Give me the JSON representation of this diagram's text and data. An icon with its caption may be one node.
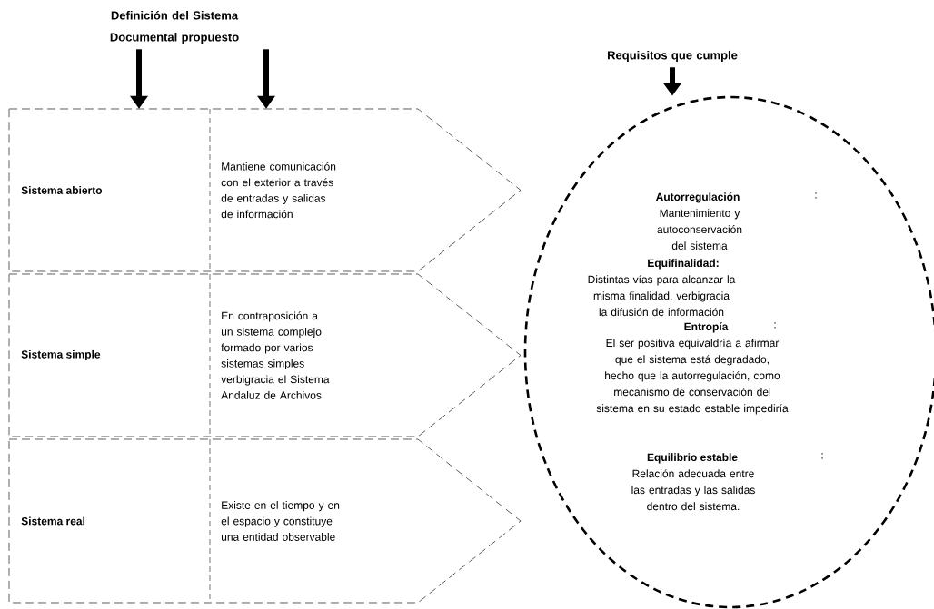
{
  "diagram": {
    "nodes": [
      {
        "text": [
          "Definición del Sistema Documental propuesto"
        ]
      },
      {
        "text": [
          "Requisitos que cumple"
        ]
      },
      {
        "text": [
          "Sistema abierto",
          "Mantiene comunicación con el exterior a través de entradas y salidas de información"
        ]
      },
      {
        "text": [
          "Sistema simple",
          "En contraposición a un sistema complejo formado por varios sistemas simples verbigracia el Sistema Andaluz de Archivos"
        ]
      },
      {
        "text": [
          "Sistema real",
          "Existe en el tiempo y en el espacio y constituye una entidad observable"
        ]
      },
      {
        "text": [
          "Autorregulación",
          ":",
          "Mantenimiento y autoconservación del sistema",
          "Equifinalidad:",
          "Distintas vías para alcanzar la misma finalidad, verbigracia la difusión de información",
          "Entropía",
          ":",
          "El ser positiva equivaldría a afirmar que el sistema está degradado, hecho que la autorregulación, como mecanismo de conservación del sistema en su estado estable impediría",
          "Equilibrio estable",
          ":",
          "Relación adecuada entre las entradas y las salidas dentro del sistema."
        ]
      }
    ],
    "edges": [
      {
        "from": 0,
        "to": 2,
        "arrow": "to"
      },
      {
        "from": 0,
        "to": 2,
        "arrow": "to"
      },
      {
        "from": 1,
        "to": 5,
        "arrow": "to"
      }
    ]
  }
}
